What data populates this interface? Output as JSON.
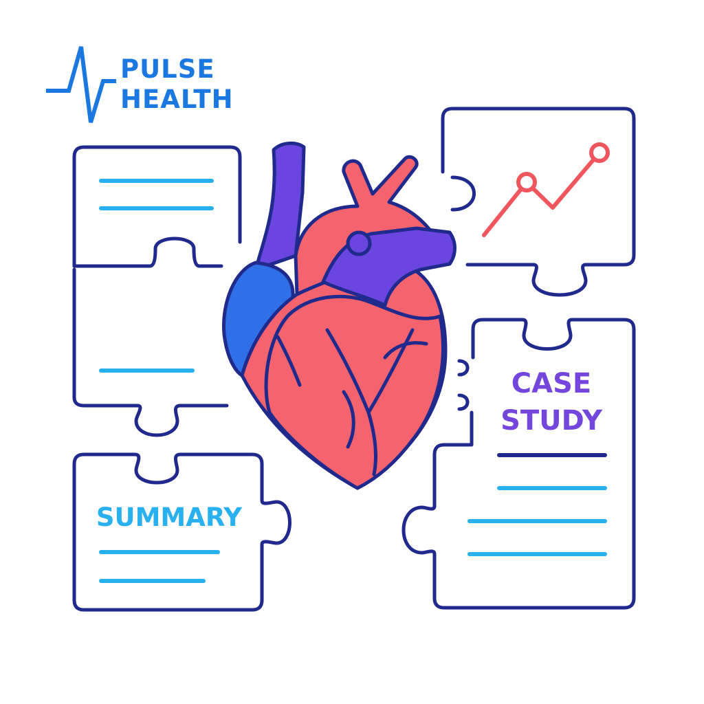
{
  "brand": {
    "line1": "PULSE",
    "line2": "HEALTH",
    "icon": "pulse-wave-icon"
  },
  "pieces": {
    "summary_label": "SUMMARY",
    "case_study_line1": "CASE",
    "case_study_line2": "STUDY"
  },
  "icons": [
    "heart-icon",
    "trend-chart-icon",
    "puzzle-piece-icon"
  ],
  "colors": {
    "outline": "#1f2a8c",
    "text_line": "#29b0ef",
    "brand": "#1a78e0",
    "heart_red": "#f5636e",
    "heart_purple": "#6b45e0",
    "heart_blue": "#2f6fe8",
    "chart_line": "#f0565e",
    "case_study": "#7446dc",
    "summary": "#29b0ef"
  }
}
